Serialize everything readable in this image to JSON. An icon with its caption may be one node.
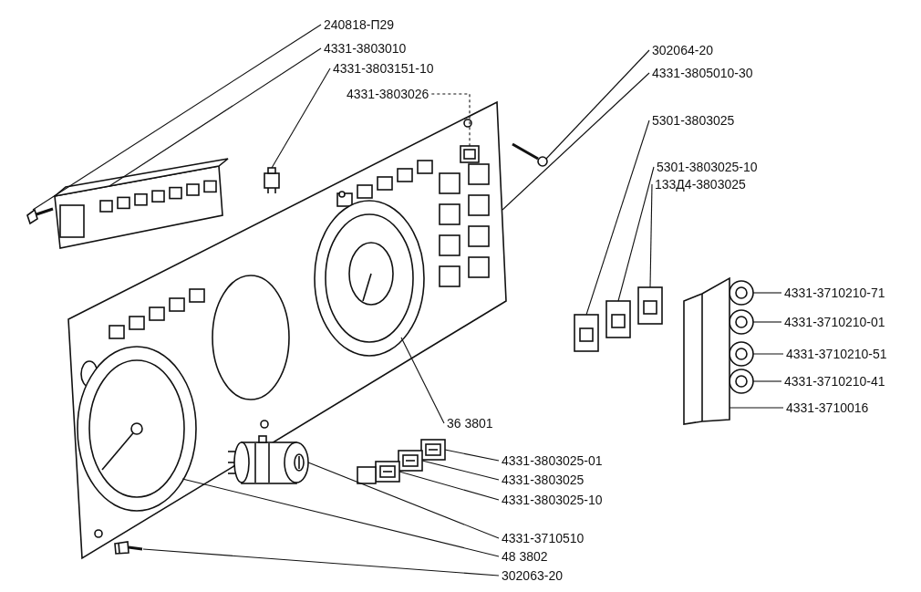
{
  "diagram": {
    "nodes": [
      {
        "text": [
          "240818-П29"
        ]
      },
      {
        "text": [
          "4331-3803010"
        ]
      },
      {
        "text": [
          "4331-3803151-10"
        ]
      },
      {
        "text": [
          "4331-3803026"
        ]
      },
      {
        "text": [
          "302064-20"
        ]
      },
      {
        "text": [
          "4331-3805010-30"
        ]
      },
      {
        "text": [
          "5301-3803025"
        ]
      },
      {
        "text": [
          "5301-3803025-10"
        ]
      },
      {
        "text": [
          "133Д4-3803025"
        ]
      },
      {
        "text": [
          "4331-3710210-71"
        ]
      },
      {
        "text": [
          "4331-3710210-01"
        ]
      },
      {
        "text": [
          "4331-3710210-51"
        ]
      },
      {
        "text": [
          "4331-3710210-41"
        ]
      },
      {
        "text": [
          "4331-3710016"
        ]
      },
      {
        "text": [
          "36 3801"
        ]
      },
      {
        "text": [
          "4331-3803025-01"
        ]
      },
      {
        "text": [
          "4331-3803025"
        ]
      },
      {
        "text": [
          "4331-3803025-10"
        ]
      },
      {
        "text": [
          "4331-3710510"
        ]
      },
      {
        "text": [
          "48 3802"
        ]
      },
      {
        "text": [
          "302063-20"
        ]
      },
      {
        "text": [],
        "shape": "picture"
      },
      {
        "text": [],
        "shape": "picture"
      },
      {
        "text": [],
        "shape": "picture"
      },
      {
        "text": [],
        "shape": "picture",
        "in": 26
      },
      {
        "text": [],
        "shape": "picture"
      },
      {
        "text": [],
        "shape": "picture"
      },
      {
        "text": [],
        "shape": "picture"
      },
      {
        "text": [],
        "shape": "picture"
      },
      {
        "text": [],
        "shape": "picture"
      },
      {
        "text": [],
        "shape": "picture"
      },
      {
        "text": [],
        "shape": "picture"
      },
      {
        "text": [],
        "shape": "picture"
      },
      {
        "text": [],
        "shape": "picture"
      },
      {
        "text": [],
        "shape": "picture"
      },
      {
        "text": [],
        "shape": "picture",
        "in": 26
      },
      {
        "text": [],
        "shape": "picture"
      },
      {
        "text": [],
        "shape": "picture"
      },
      {
        "text": [],
        "shape": "picture"
      },
      {
        "text": [],
        "shape": "picture"
      },
      {
        "text": [],
        "shape": "picture",
        "in": 26
      },
      {
        "text": [],
        "shape": "picture"
      }
    ],
    "edges": [
      {
        "from": 0,
        "to": 21,
        "arrow": "none"
      },
      {
        "from": 1,
        "to": 22,
        "arrow": "none"
      },
      {
        "from": 2,
        "to": 23,
        "arrow": "none"
      },
      {
        "from": 3,
        "to": 24,
        "arrow": "none",
        "style": "dashed"
      },
      {
        "from": 4,
        "to": 25,
        "arrow": "none"
      },
      {
        "from": 5,
        "to": 26,
        "arrow": "none"
      },
      {
        "from": 6,
        "to": 27,
        "arrow": "none"
      },
      {
        "from": 7,
        "to": 28,
        "arrow": "none"
      },
      {
        "from": 8,
        "to": 29,
        "arrow": "none"
      },
      {
        "from": 9,
        "to": 30,
        "arrow": "none"
      },
      {
        "from": 10,
        "to": 31,
        "arrow": "none"
      },
      {
        "from": 11,
        "to": 32,
        "arrow": "none"
      },
      {
        "from": 12,
        "to": 33,
        "arrow": "none"
      },
      {
        "from": 13,
        "to": 34,
        "arrow": "none"
      },
      {
        "from": 14,
        "to": 35,
        "arrow": "none"
      },
      {
        "from": 15,
        "to": 36,
        "arrow": "none"
      },
      {
        "from": 16,
        "to": 37,
        "arrow": "none"
      },
      {
        "from": 17,
        "to": 38,
        "arrow": "none"
      },
      {
        "from": 18,
        "to": 39,
        "arrow": "none"
      },
      {
        "from": 19,
        "to": 40,
        "arrow": "none"
      },
      {
        "from": 20,
        "to": 41,
        "arrow": "none"
      }
    ]
  }
}
